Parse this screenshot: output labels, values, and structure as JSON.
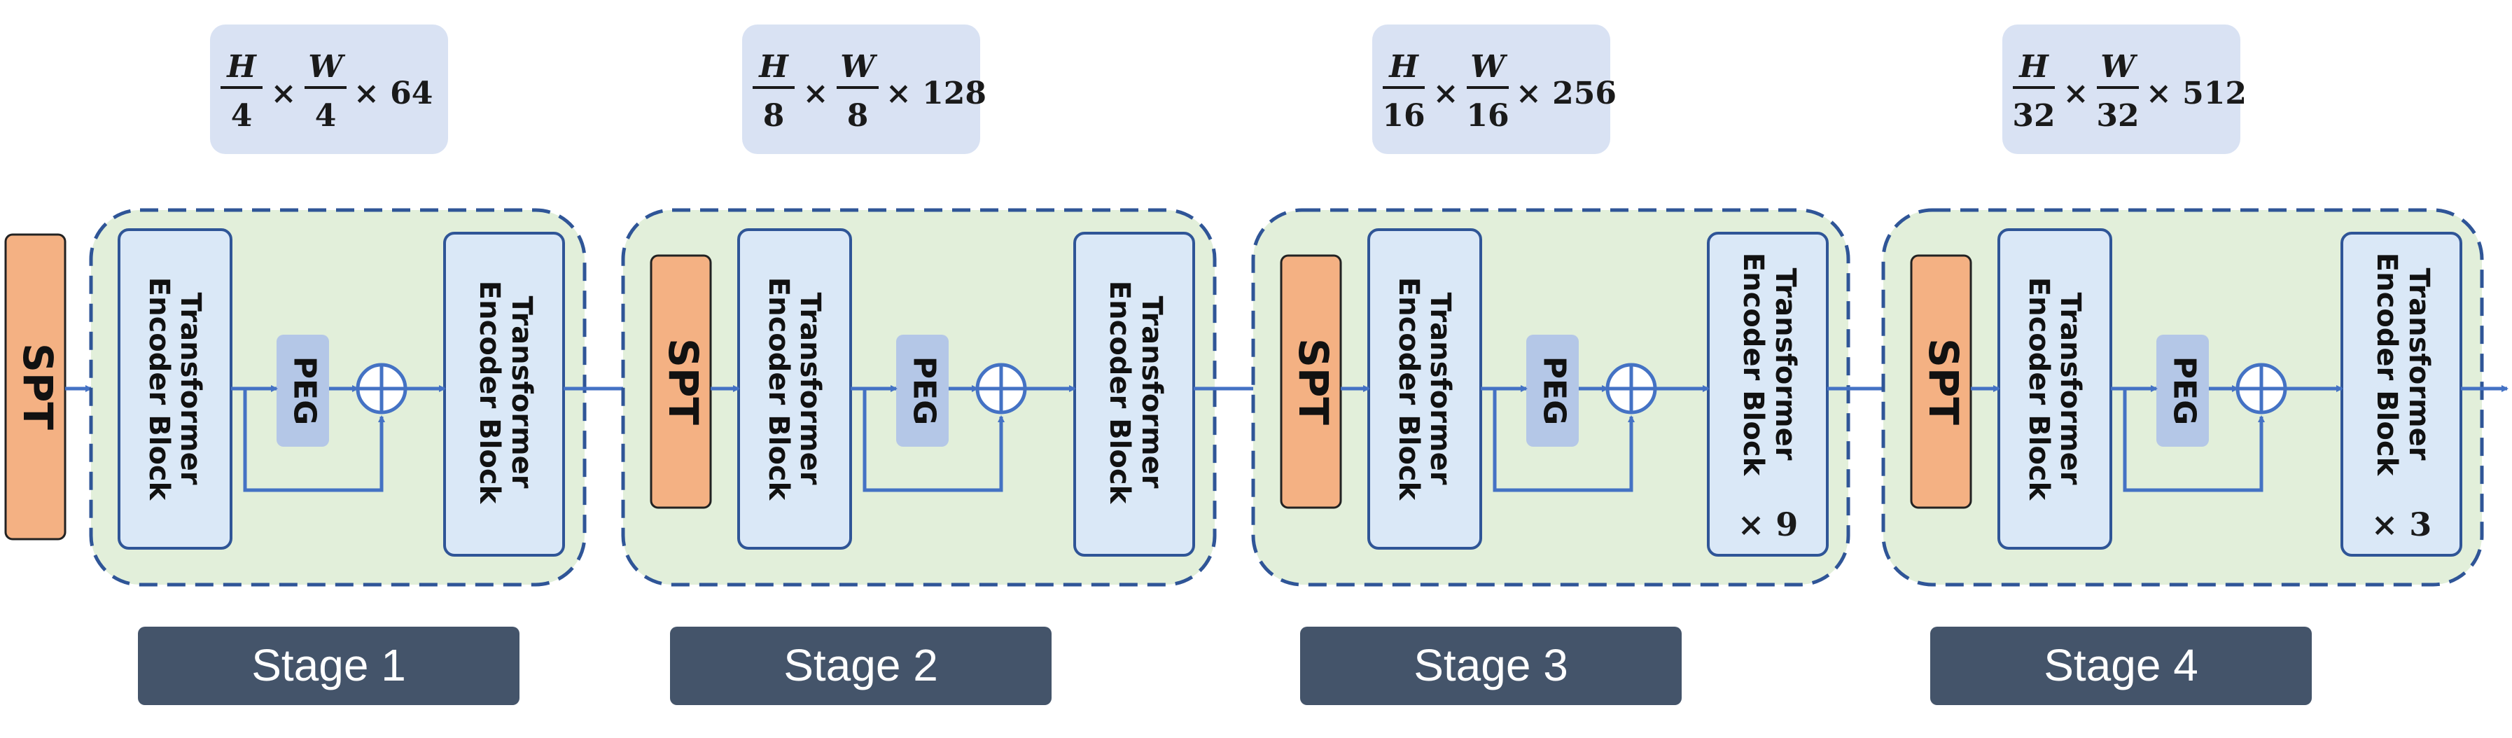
{
  "stages": [
    {
      "label": "Stage 1",
      "size": {
        "h_num": "H",
        "h_den": "4",
        "w_num": "W",
        "w_den": "4",
        "channels": "× 64"
      },
      "has_spt_inside": false,
      "repeat": ""
    },
    {
      "label": "Stage 2",
      "size": {
        "h_num": "H",
        "h_den": "8",
        "w_num": "W",
        "w_den": "8",
        "channels": "× 128"
      },
      "has_spt_inside": true,
      "repeat": ""
    },
    {
      "label": "Stage 3",
      "size": {
        "h_num": "H",
        "h_den": "16",
        "w_num": "W",
        "w_den": "16",
        "channels": "× 256"
      },
      "has_spt_inside": true,
      "repeat": "× 9"
    },
    {
      "label": "Stage 4",
      "size": {
        "h_num": "H",
        "h_den": "32",
        "w_num": "W",
        "w_den": "32",
        "channels": "× 512"
      },
      "has_spt_inside": true,
      "repeat": "× 3"
    }
  ],
  "labels": {
    "spt": "SPT",
    "peg": "PEG",
    "encoder_line1": "Transformer",
    "encoder_line2": "Encoder Block",
    "times": "×"
  },
  "colors": {
    "spt_fill": "#f4b183",
    "block_fill": "#dae8f7",
    "block_stroke": "#2f5597",
    "peg_fill": "#b4c7e7",
    "stage_fill": "#e2efda",
    "stage_stroke": "#2f5597",
    "size_box_fill": "#d9e2f3",
    "stage_label_fill": "#44546a",
    "arrow": "#4472c4"
  }
}
